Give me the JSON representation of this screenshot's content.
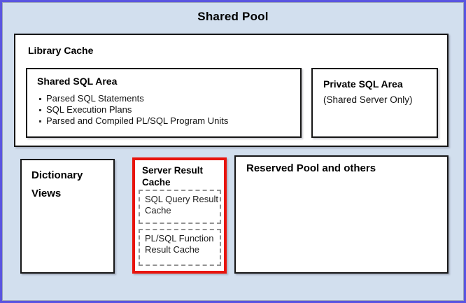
{
  "title": "Shared Pool",
  "library_cache": {
    "label": "Library Cache",
    "shared_sql_area": {
      "title": "Shared SQL Area",
      "items": [
        "Parsed SQL Statements",
        "SQL Execution Plans",
        "Parsed and Compiled PL/SQL Program Units"
      ]
    },
    "private_sql_area": {
      "title": "Private SQL Area",
      "subtitle": "(Shared Server Only)"
    }
  },
  "dictionary_views": {
    "label": "Dictionary Views"
  },
  "server_result_cache": {
    "title": "Server Result Cache",
    "children": [
      "SQL Query Result Cache",
      "PL/SQL Function Result Cache"
    ]
  },
  "reserved_pool": {
    "label": "Reserved Pool and others"
  },
  "colors": {
    "background": "#d2dfee",
    "outer_border": "#5a55e0",
    "inner_edge": "#9aa2b8",
    "box_border": "#161616",
    "highlight_border": "#e8140c",
    "dashed_border": "#929292"
  }
}
